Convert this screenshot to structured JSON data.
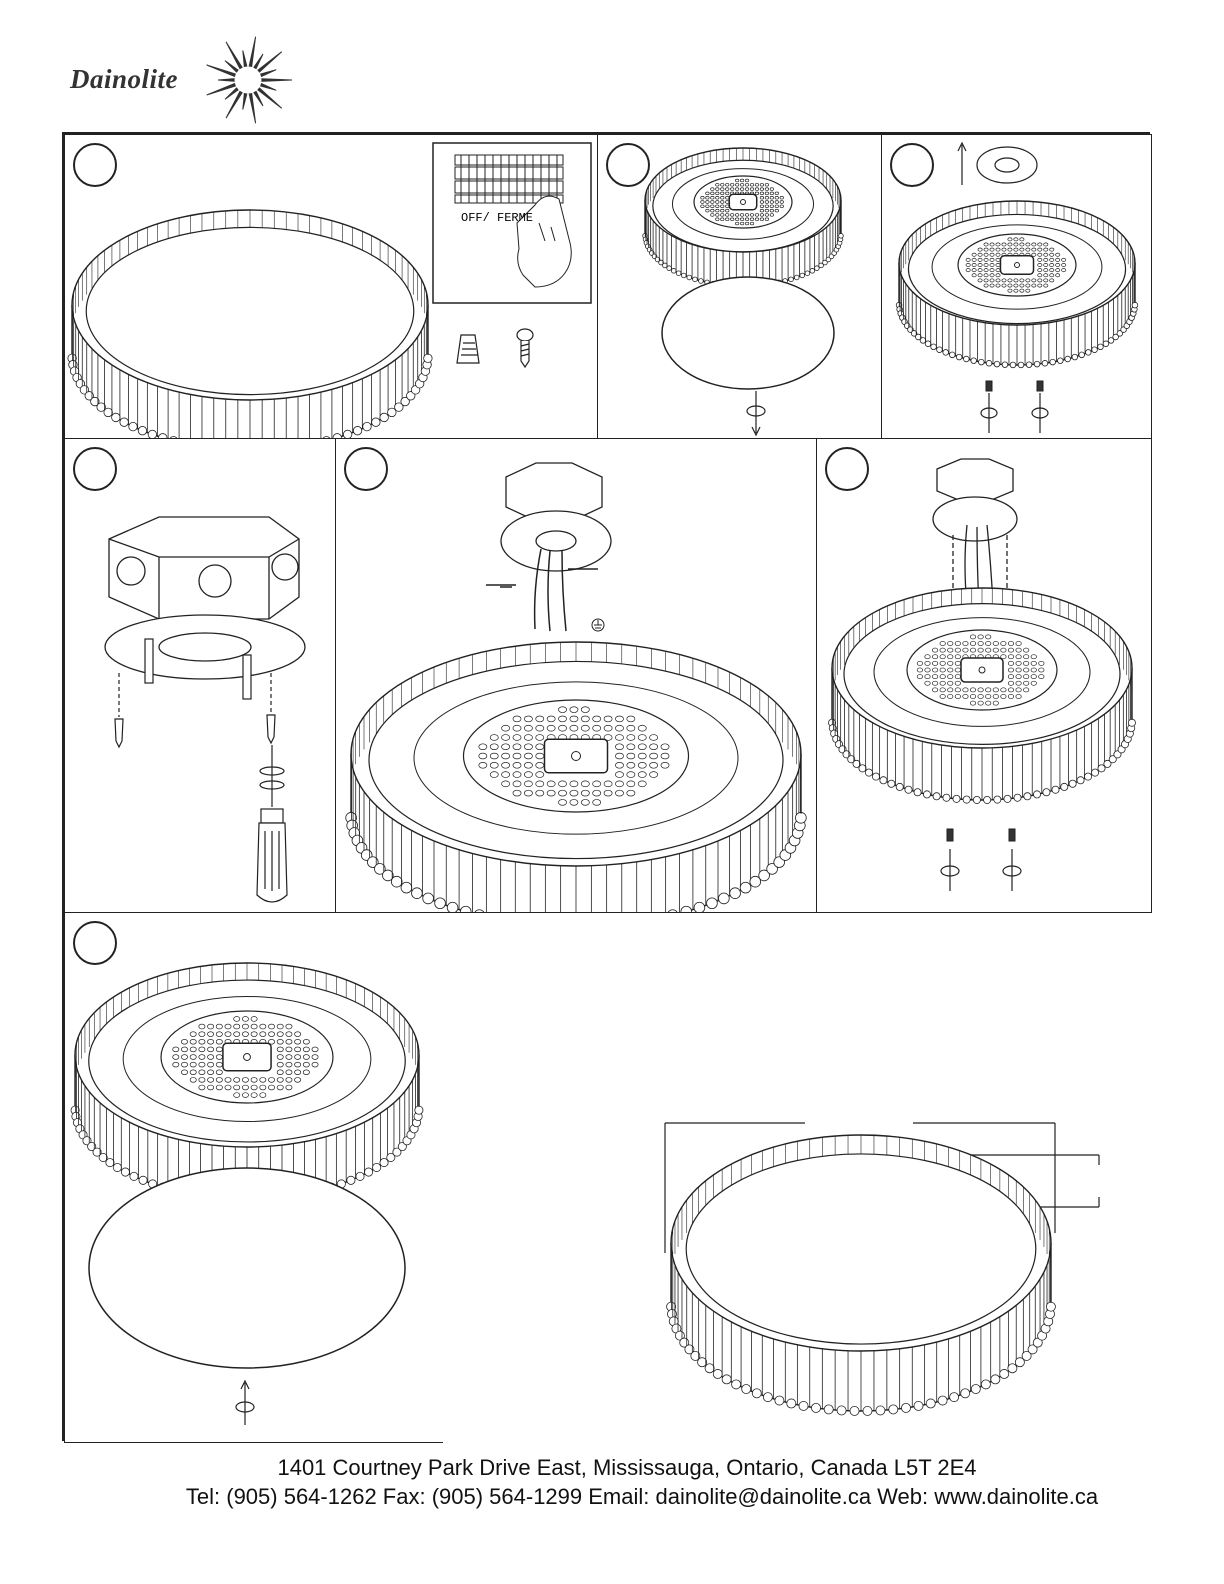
{
  "brand": {
    "name": "Dainolite"
  },
  "steps": [
    {
      "id": "step-1",
      "label": ""
    },
    {
      "id": "step-2",
      "label": ""
    },
    {
      "id": "step-3",
      "label": ""
    },
    {
      "id": "step-4",
      "label": ""
    },
    {
      "id": "step-5",
      "label": ""
    },
    {
      "id": "step-6",
      "label": ""
    },
    {
      "id": "step-7",
      "label": ""
    }
  ],
  "breaker": {
    "label": "OFF/ FERME"
  },
  "icons": [
    "wire-nut-icon",
    "screw-icon",
    "ground-symbol-icon",
    "rotate-arrow-icon",
    "screwdriver-icon"
  ],
  "footer": {
    "address": "1401 Courtney Park Drive East, Mississauga, Ontario, Canada L5T 2E4",
    "contact": "Tel: (905) 564-1262 Fax: (905) 564-1299 Email: dainolite@dainolite.ca Web: www.dainolite.ca"
  }
}
